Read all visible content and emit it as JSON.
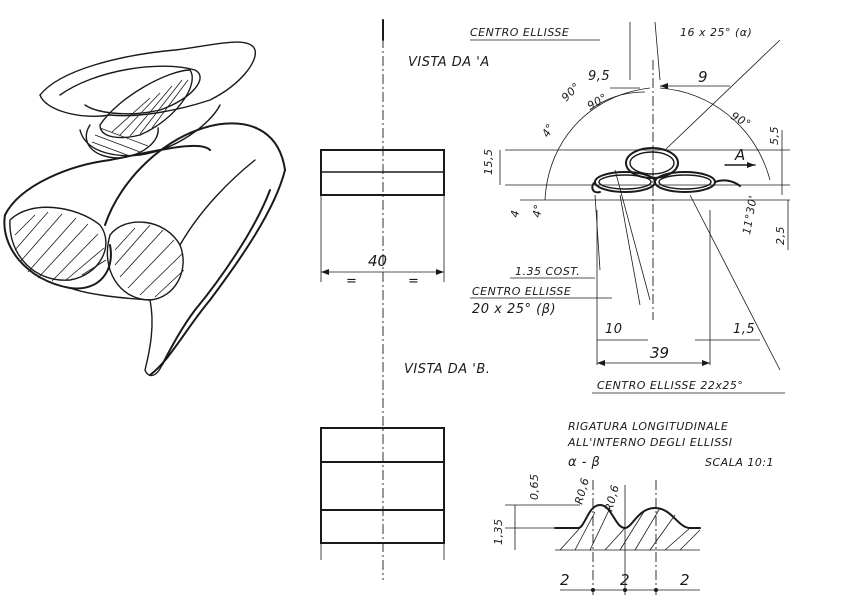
{
  "drawing": {
    "top_label": "CENTRO ELLISSE",
    "top_dim": "16 x 25° (α)",
    "view_a_title": "VISTA DA 'A",
    "view_b_title": "VISTA DA 'B.",
    "width_dim": "40",
    "equal_left": "=",
    "equal_right": "=",
    "dims": {
      "d9_5": "9,5",
      "d9": "9",
      "d90a": "90°",
      "d90b": "90°",
      "d90c": "90°",
      "d4a": "4°",
      "d4b": "4°",
      "d4c": "4",
      "d15_5": "15,5",
      "d5_5": "5,5",
      "dA": "A",
      "d11_30": "11°30'",
      "d2_5": "2,5",
      "d1_35": "1.35 COST.",
      "d10": "10",
      "d1_5": "1,5",
      "d39": "39"
    },
    "centro_beta_line1": "CENTRO ELLISSE",
    "centro_beta_line2": "20 x 25° (β)",
    "centro_bottom": "CENTRO ELLISSE 22x25°",
    "rigatura_line1": "RIGATURA LONGITUDINALE",
    "rigatura_line2": "ALL'INTERNO DEGLI ELLISSI",
    "rigatura_line3": "α - β",
    "scale": "SCALA 10:1",
    "detail_dims": {
      "h1_35": "1,35",
      "h0_65": "0,65",
      "r0_6a": "R0,6",
      "r0_6b": "R0,6",
      "p2a": "2",
      "p2b": "2",
      "p2c": "2"
    }
  }
}
